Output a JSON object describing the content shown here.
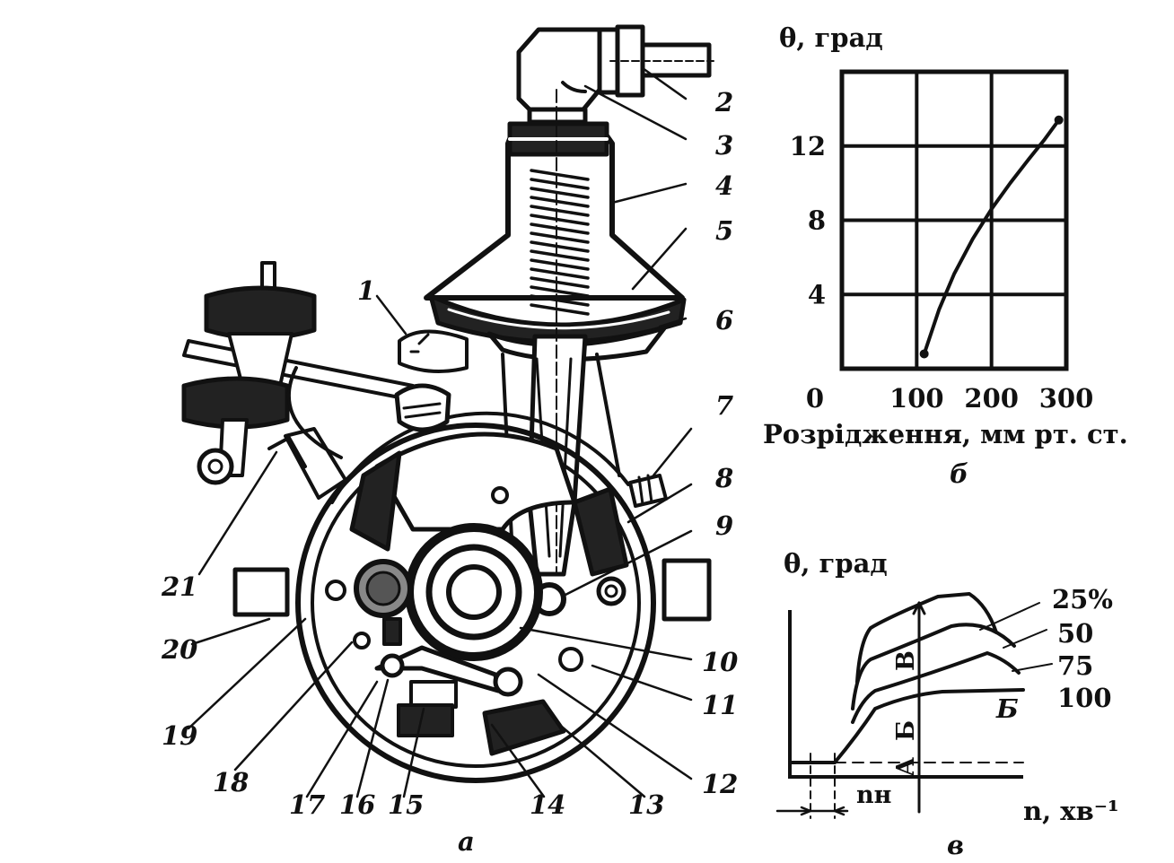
{
  "part_labels": [
    "1",
    "2",
    "3",
    "4",
    "5",
    "6",
    "7",
    "8",
    "9",
    "10",
    "11",
    "12",
    "13",
    "14",
    "15",
    "16",
    "17",
    "18",
    "19",
    "20",
    "21"
  ],
  "subfigure_labels": {
    "a": "а",
    "b": "б",
    "c": "в"
  },
  "chart_data": [
    {
      "type": "line",
      "title": "",
      "xlabel": "Розрідження, мм рт. ст.",
      "ylabel": "θ, град",
      "xlim": [
        0,
        300
      ],
      "ylim": [
        0,
        16
      ],
      "x_ticks": [
        "0",
        "100",
        "200",
        "300"
      ],
      "y_ticks": [
        "4",
        "8",
        "12"
      ],
      "grid": true,
      "series": [
        {
          "x": [
            110,
            130,
            150,
            175,
            200,
            225,
            250,
            270,
            290
          ],
          "y": [
            0.8,
            3.2,
            5.1,
            7.0,
            8.6,
            10.0,
            11.3,
            12.3,
            13.4
          ]
        }
      ],
      "subfigure_label": "б"
    },
    {
      "type": "line",
      "title": "",
      "xlabel": "n, хв⁻¹",
      "ylabel": "θ, град",
      "x_ticks": [],
      "y_ticks": [],
      "grid": false,
      "annotations": [
        "nн",
        "А",
        "Б",
        "В",
        "Б"
      ],
      "series": [
        {
          "name": "25%"
        },
        {
          "name": "50"
        },
        {
          "name": "75"
        },
        {
          "name": "100"
        }
      ],
      "subfigure_label": "в"
    }
  ]
}
